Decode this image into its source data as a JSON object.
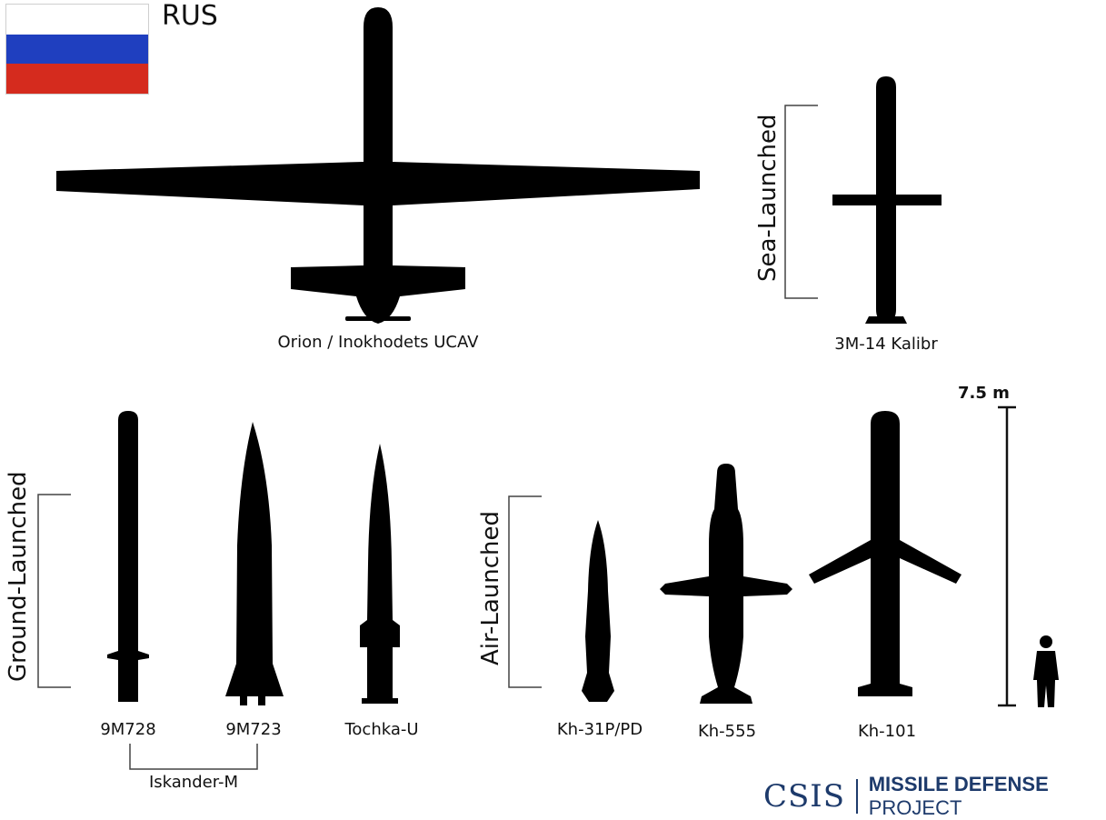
{
  "country": "RUS",
  "flag_colors": [
    "#ffffff",
    "#1f3fbf",
    "#d52b1e"
  ],
  "scale_label": "7.5 m",
  "groups": {
    "sea": "Sea-Launched",
    "ground": "Ground-Launched",
    "air": "Air-Launched"
  },
  "systems": {
    "orion": "Orion / Inokhodets UCAV",
    "kalibr": "3M-14 Kalibr",
    "m728": "9M728",
    "m723": "9M723",
    "tochka": "Tochka-U",
    "kh31": "Kh-31P/PD",
    "kh555": "Kh-555",
    "kh101": "Kh-101"
  },
  "iskander_label": "Iskander-M",
  "logo": {
    "org": "CSIS",
    "project_bold": "MISSILE DEFENSE",
    "project_rest": "PROJECT"
  },
  "silhouette_color": "#000000",
  "brand_color": "#1d3a6b"
}
